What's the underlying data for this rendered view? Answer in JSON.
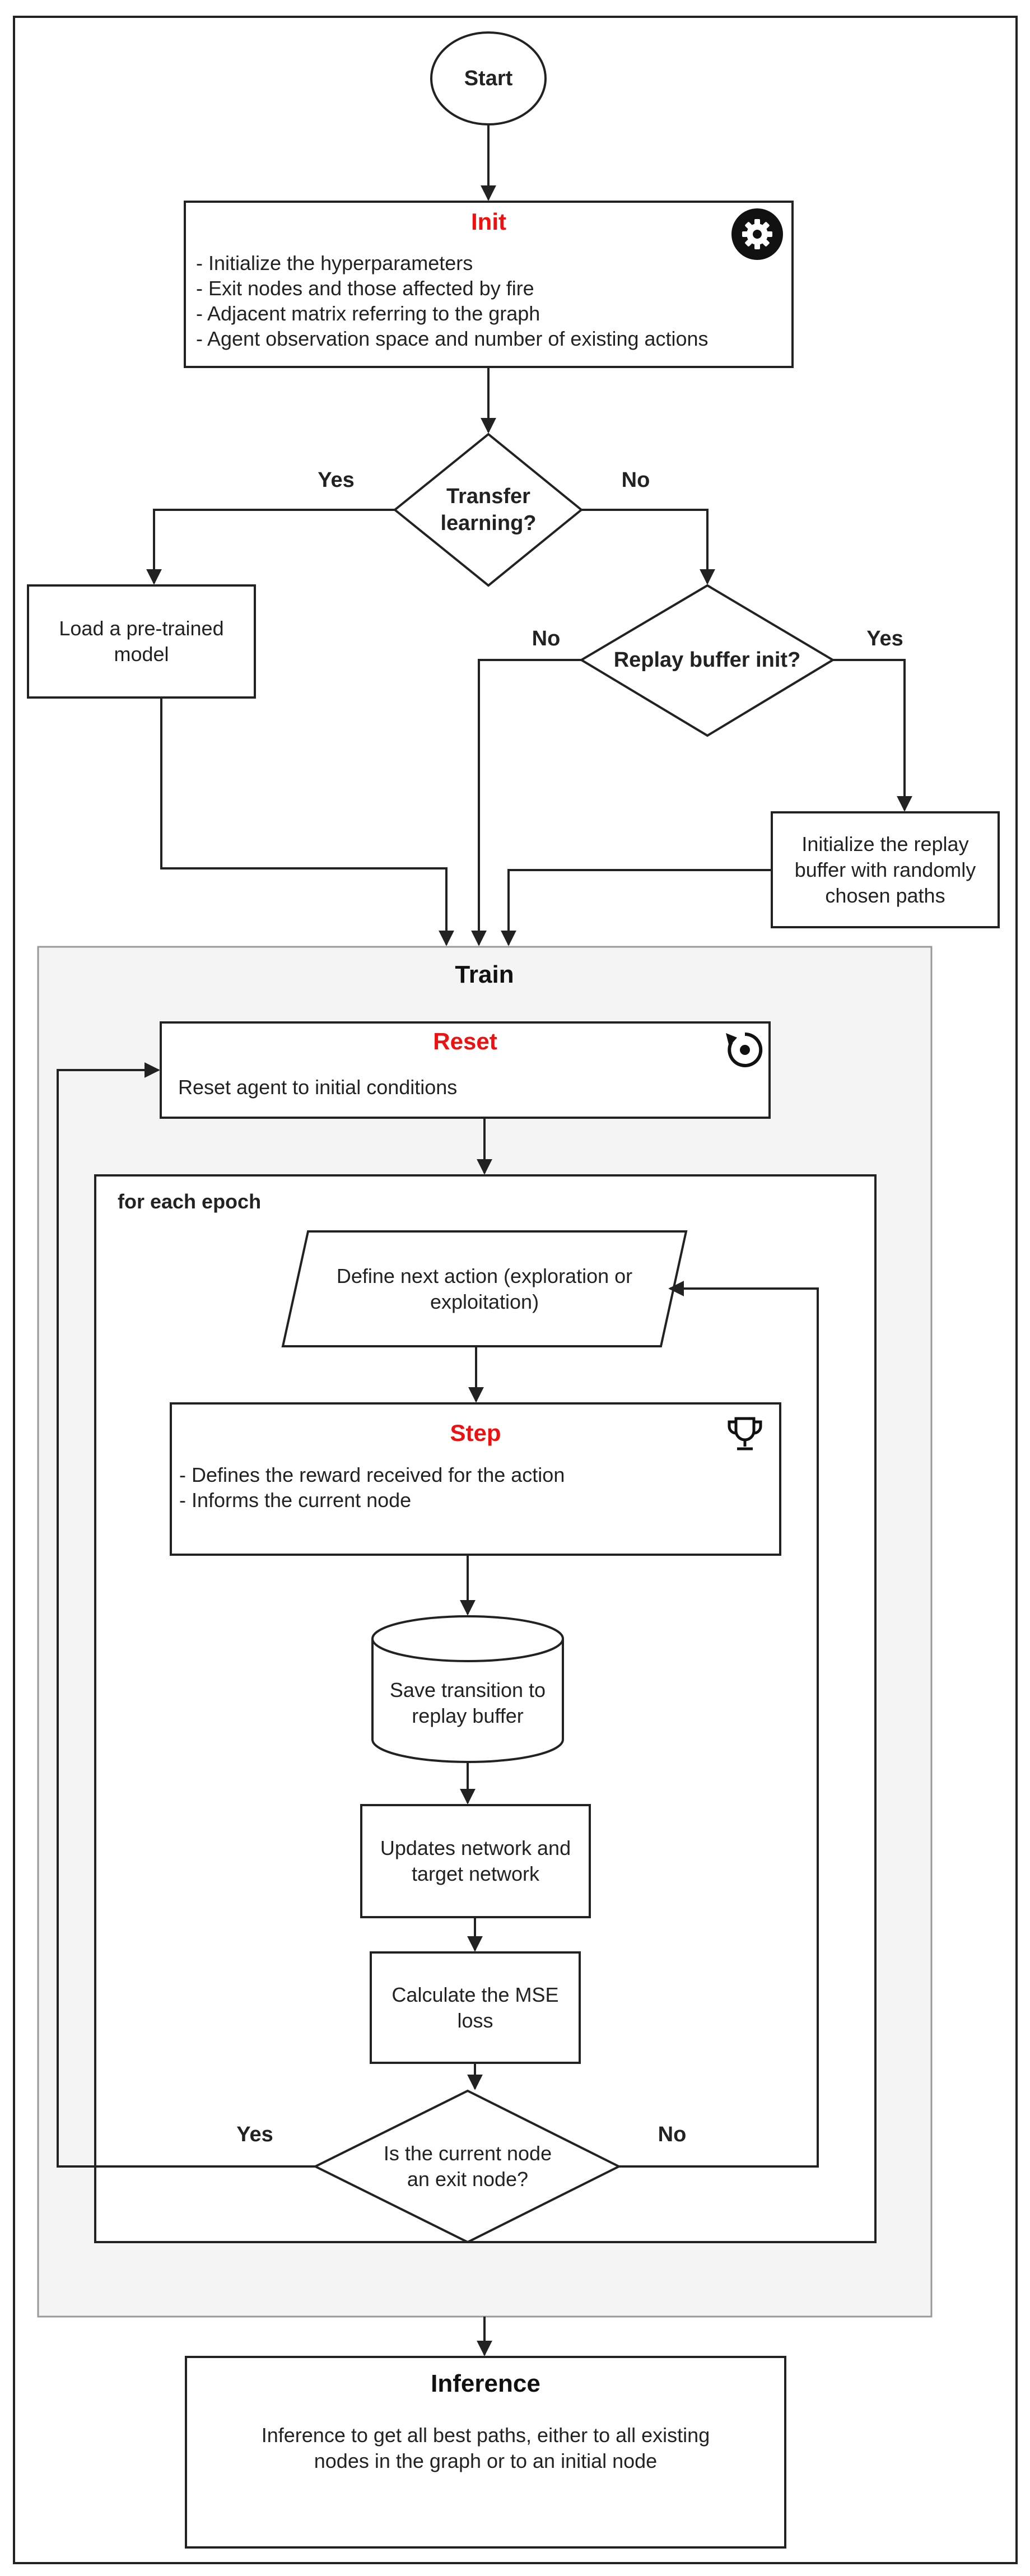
{
  "start": {
    "label": "Start"
  },
  "init": {
    "title": "Init",
    "items": [
      "- Initialize the hyperparameters",
      "- Exit nodes and those affected by fire",
      "- Adjacent matrix referring to the graph",
      "- Agent observation space and number of existing actions"
    ],
    "icon": "gear-icon"
  },
  "transfer": {
    "line1": "Transfer",
    "line2": "learning?",
    "yes": "Yes",
    "no": "No"
  },
  "load_model": {
    "line1": "Load a pre-trained",
    "line2": "model"
  },
  "replay_init": {
    "label": "Replay buffer init?",
    "yes": "Yes",
    "no": "No"
  },
  "init_replay": {
    "line1": "Initialize the replay",
    "line2": "buffer with randomly",
    "line3": "chosen paths"
  },
  "train": {
    "title": "Train"
  },
  "reset": {
    "title": "Reset",
    "desc": "Reset agent to initial conditions",
    "icon": "reset-icon"
  },
  "epoch": {
    "label": "for each epoch"
  },
  "define_action": {
    "line1": "Define next action (exploration or",
    "line2": "exploitation)"
  },
  "step": {
    "title": "Step",
    "items": [
      "- Defines the reward received for the action",
      "- Informs the current node"
    ],
    "icon": "trophy-icon"
  },
  "save_transition": {
    "line1": "Save transition to",
    "line2": "replay buffer"
  },
  "update_network": {
    "line1": "Updates network and",
    "line2": "target network"
  },
  "mse": {
    "line1": "Calculate the MSE",
    "line2": "loss"
  },
  "exit_check": {
    "line1": "Is the current node",
    "line2": "an exit node?",
    "yes": "Yes",
    "no": "No"
  },
  "inference": {
    "title": "Inference",
    "line1": "Inference to get all best paths, either to all existing",
    "line2": "nodes in the graph or to an initial node"
  },
  "colors": {
    "accent_red": "#e11111",
    "panel_gray": "#f4f4f4",
    "stroke": "#222222"
  }
}
